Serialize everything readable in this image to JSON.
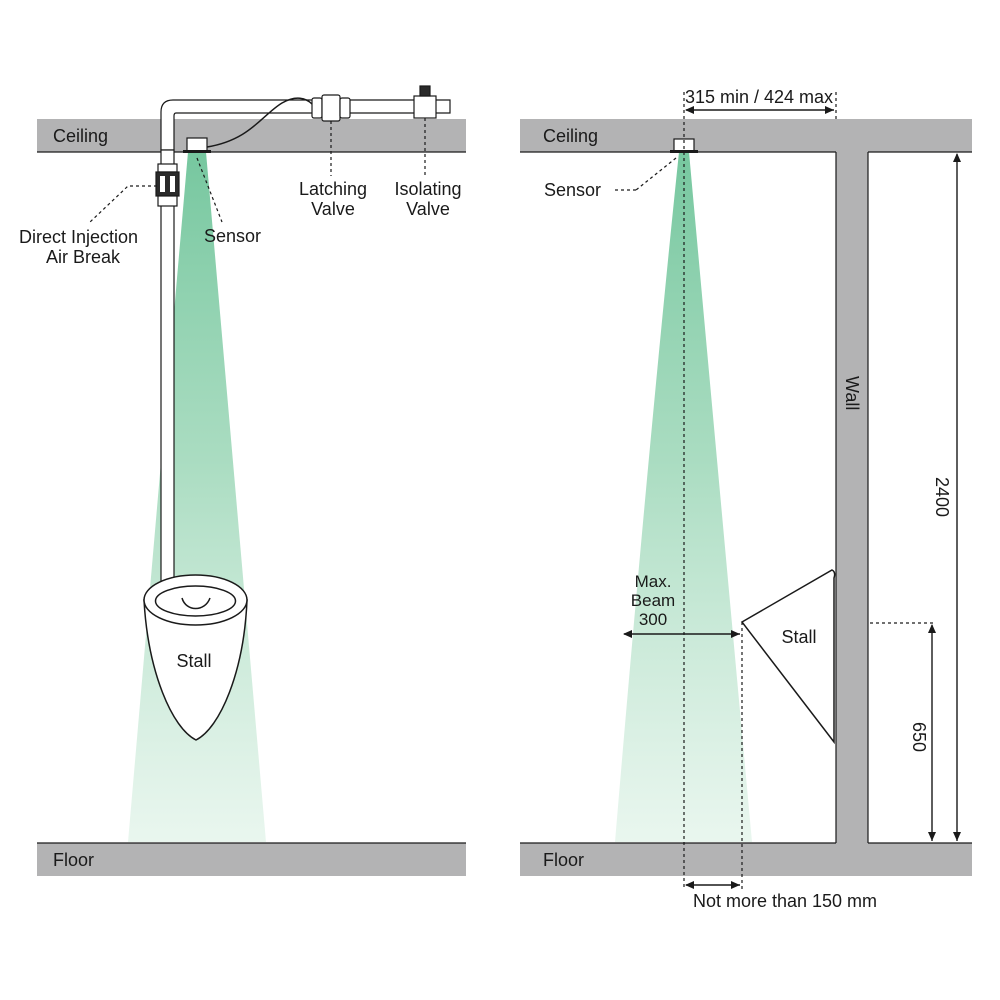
{
  "colors": {
    "structure": "#b3b3b4",
    "beam": "#6fc49a",
    "line": "#1a1a1a"
  },
  "left_panel": {
    "ceiling_label": "Ceiling",
    "floor_label": "Floor",
    "sensor_label": "Sensor",
    "air_break_label_line1": "Direct Injection",
    "air_break_label_line2": "Air Break",
    "latching_valve_line1": "Latching",
    "latching_valve_line2": "Valve",
    "isolating_valve_line1": "Isolating",
    "isolating_valve_line2": "Valve",
    "stall_label": "Stall"
  },
  "right_panel": {
    "ceiling_label": "Ceiling",
    "floor_label": "Floor",
    "sensor_label": "Sensor",
    "wall_label": "Wall",
    "stall_label": "Stall",
    "offset_dim": "315 min / 424 max",
    "beam_line1": "Max.",
    "beam_line2": "Beam",
    "beam_line3": "300",
    "height_dim": "2400",
    "lip_height_dim": "650",
    "gap_dim": "Not more than 150 mm"
  }
}
